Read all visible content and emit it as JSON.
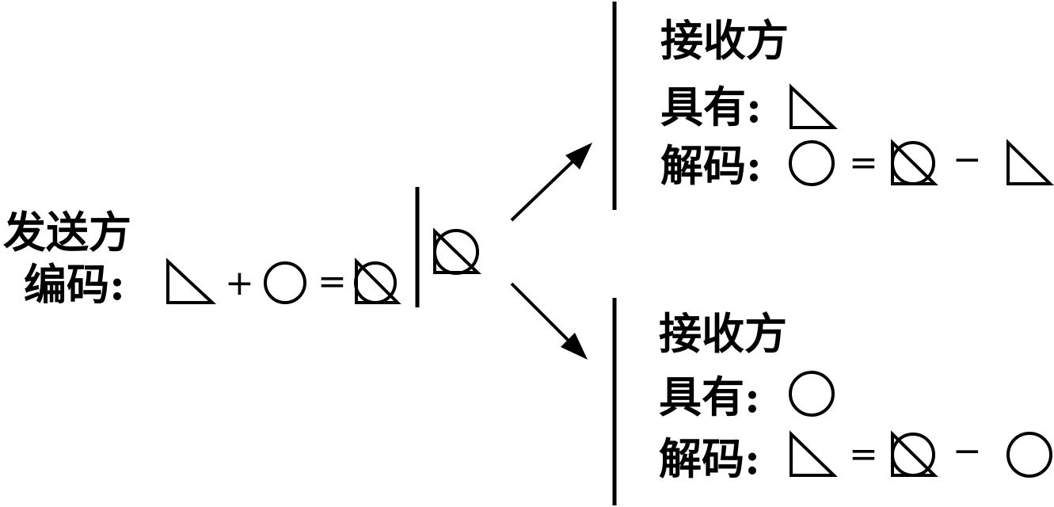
{
  "sender": {
    "title": "发送方",
    "encode_label": "编码:",
    "plus": "+",
    "equals": "="
  },
  "receiver_top": {
    "title": "接收方",
    "has_label": "具有:",
    "decode_label": "解码:",
    "equals": "=",
    "minus": "−"
  },
  "receiver_bottom": {
    "title": "接收方",
    "has_label": "具有:",
    "decode_label": "解码:",
    "equals": "=",
    "minus": "−"
  }
}
